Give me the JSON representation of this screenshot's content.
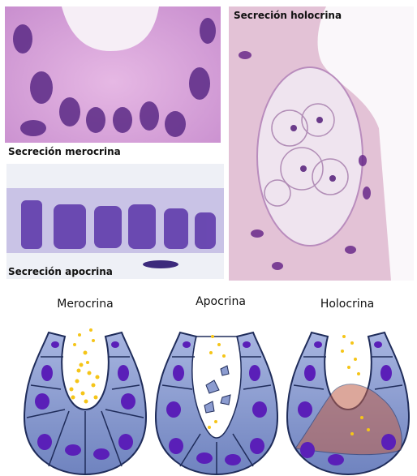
{
  "micrographs": {
    "merocrine_label": "Secreción merocrina",
    "apocrine_label": "Secreción apocrina",
    "holocrine_label": "Secreción holocrina"
  },
  "diagrams": {
    "merocrine_title": "Merocrina",
    "apocrine_title": "Apocrina",
    "holocrine_title": "Holocrina"
  },
  "colors": {
    "cell_fill": "#7f93c9",
    "cell_outline": "#1f2c5a",
    "nucleus": "#5a1fb8",
    "granule": "#f5c518",
    "holocrine_burst": "#c0614a"
  }
}
